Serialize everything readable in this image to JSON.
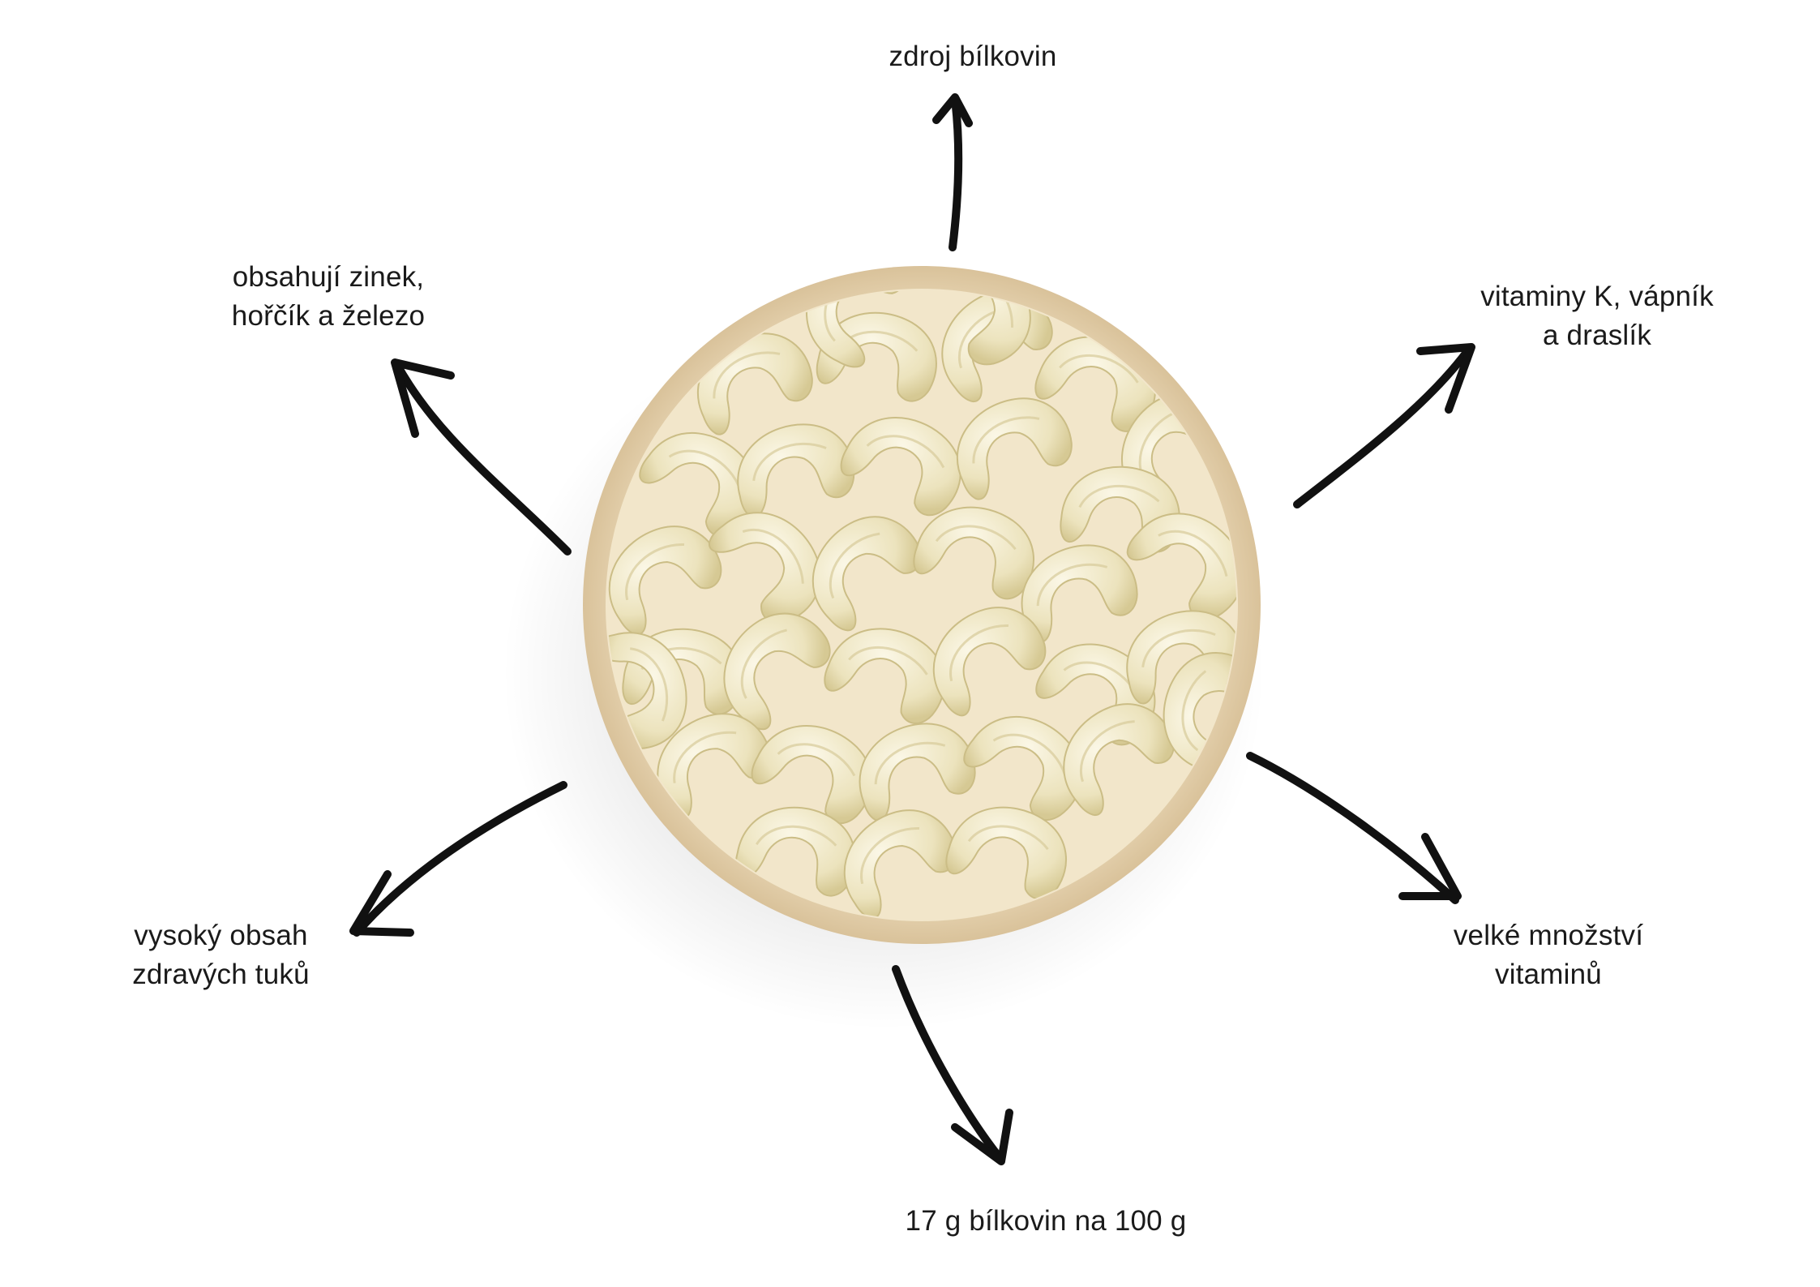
{
  "labels": {
    "top": "zdroj bílkovin",
    "top_left": {
      "line1": "obsahují zinek,",
      "line2": "hořčík a železo"
    },
    "top_right": {
      "line1": "vitaminy K, vápník",
      "line2": "a draslík"
    },
    "bottom_left": {
      "line1": "vysoký obsah",
      "line2": "zdravých tuků"
    },
    "bottom_right": {
      "line1": "velké množství",
      "line2": "vitaminů"
    },
    "bottom": "17 g bílkovin na 100 g"
  },
  "image": {
    "subject": "bowl-of-cashews"
  },
  "colors": {
    "background": "#ffffff",
    "text": "#1a1a1a",
    "arrow": "#111111",
    "bowl_rim": "#e6d2b0",
    "bowl_inner": "#f0e3c6",
    "cashew": "#efe7c4",
    "cashew_shade": "#d9cc98"
  }
}
